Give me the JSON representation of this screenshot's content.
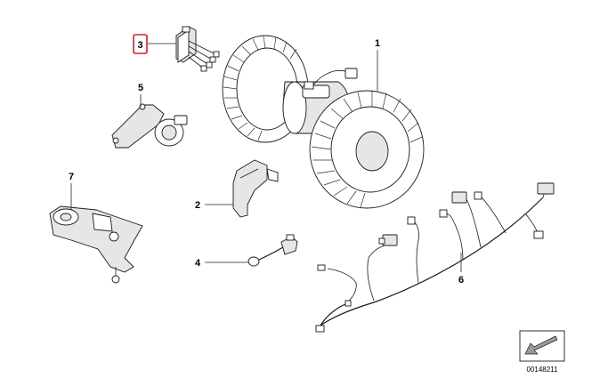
{
  "callouts": [
    {
      "id": "1",
      "label": "1",
      "part": "blower-motor-fan"
    },
    {
      "id": "2",
      "label": "2",
      "part": "retaining-bracket"
    },
    {
      "id": "3",
      "label": "3",
      "part": "blower-resistor",
      "highlighted": true
    },
    {
      "id": "4",
      "label": "4",
      "part": "temperature-sensor"
    },
    {
      "id": "5",
      "label": "5",
      "part": "actuator-motor"
    },
    {
      "id": "6",
      "label": "6",
      "part": "wiring-harness"
    },
    {
      "id": "7",
      "label": "7",
      "part": "flap-actuator"
    }
  ],
  "reference_number": "00148211",
  "colors": {
    "highlight": "#d2232a",
    "line": "#1a1a1a"
  },
  "icons": {
    "corner_logo": "direction-arrow-icon"
  }
}
